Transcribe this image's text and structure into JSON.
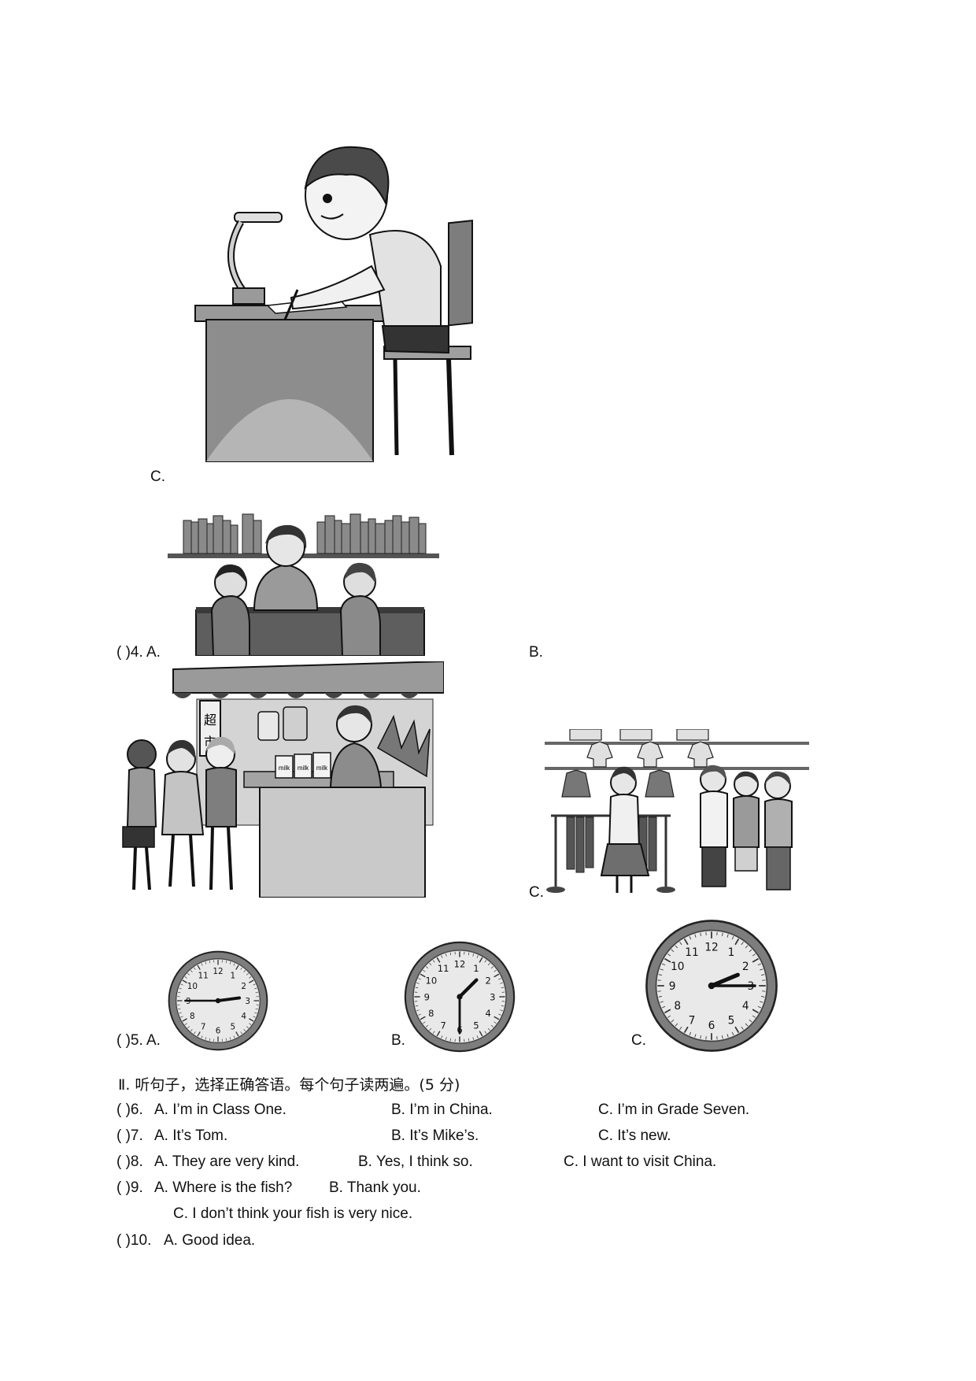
{
  "q3": {
    "option_c_label": "C."
  },
  "q4": {
    "prefix": "(    )4. A.",
    "option_b_label": "B.",
    "option_c_label": "C."
  },
  "q5": {
    "prefix": "(    )5. A.",
    "option_b_label": "B.",
    "option_c_label": "C.",
    "clock_numbers": [
      "12",
      "1",
      "2",
      "3",
      "4",
      "5",
      "6",
      "7",
      "8",
      "9",
      "10",
      "11"
    ],
    "clocks": [
      {
        "id": "A",
        "time": "2:45"
      },
      {
        "id": "B",
        "time": "1:30"
      },
      {
        "id": "C",
        "time": "2:15"
      }
    ]
  },
  "section2": {
    "title": "Ⅱ. 听句子，选择正确答语。每个句子读两遍。(5 分)"
  },
  "questions": [
    {
      "num": "(    )6.",
      "a": "A. I’m in Class One.",
      "b": "B. I’m in China.",
      "c": "C. I’m in Grade Seven."
    },
    {
      "num": "(    )7.",
      "a": "A. It’s Tom.",
      "b": "B. It’s Mike’s.",
      "c": "C. It’s new."
    },
    {
      "num": "(    )8.",
      "a": "A. They are very kind.",
      "b": "B. Yes, I think so.",
      "c": "C. I want to visit China."
    },
    {
      "num": "(    )9.",
      "a": "A. Where is the fish?",
      "b": "B. Thank you.",
      "c": "C. I don’t think your fish is very nice."
    },
    {
      "num": "(    )10.",
      "a": "A. Good idea."
    }
  ],
  "shop_signs": {
    "sign_vertical": "超市",
    "jar_label": "milk"
  },
  "colors": {
    "ink": "#111111",
    "gray_dark": "#555555",
    "gray_mid": "#8a8a8a",
    "gray_light": "#bdbdbd"
  }
}
